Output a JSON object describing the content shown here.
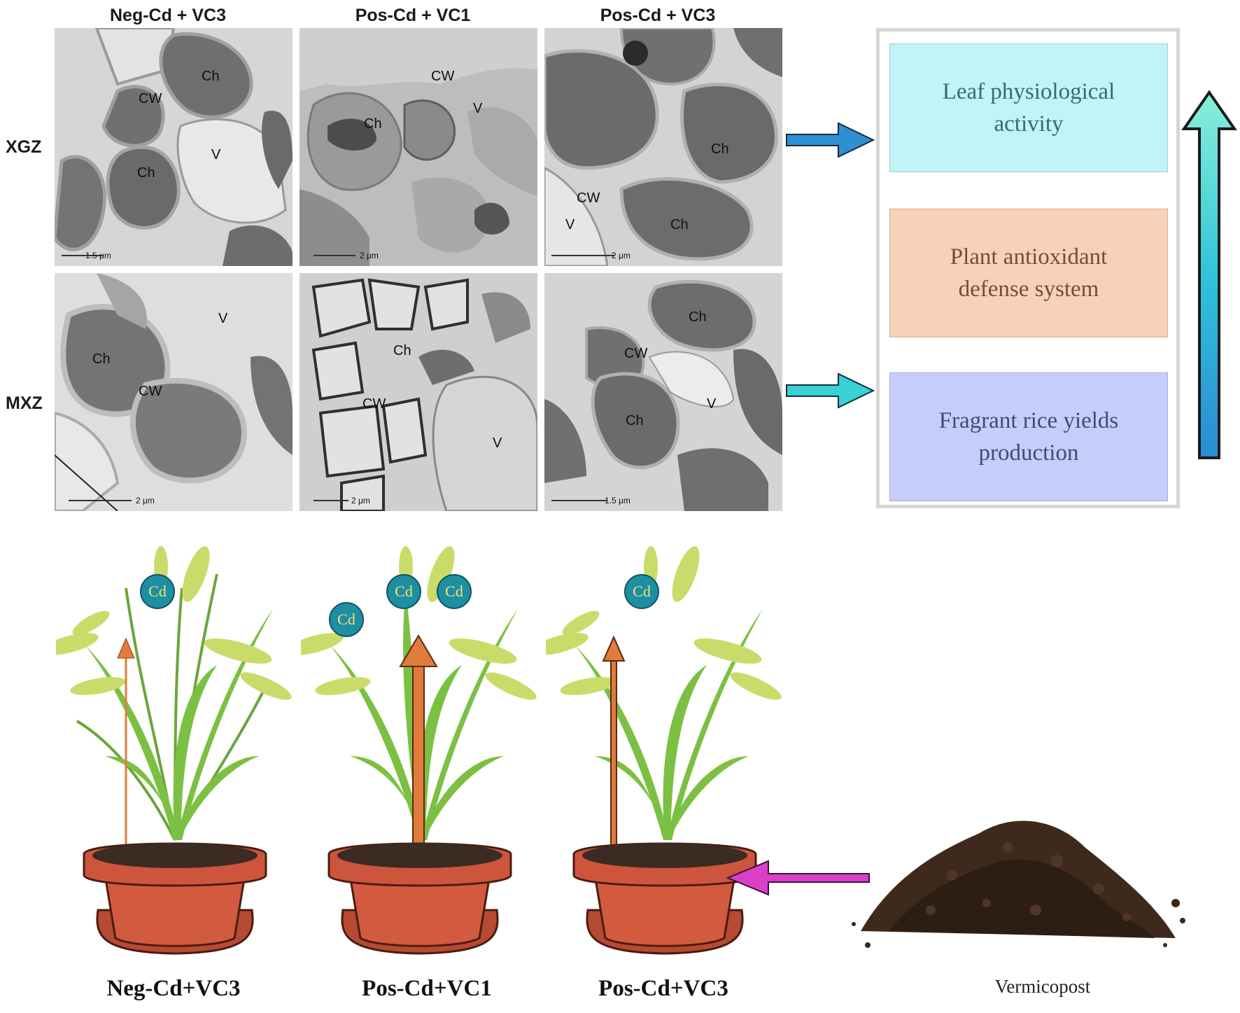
{
  "columns": [
    "Neg-Cd + VC3",
    "Pos-Cd + VC1",
    "Pos-Cd + VC3"
  ],
  "rows": [
    "XGZ",
    "MXZ"
  ],
  "micrographs": [
    {
      "labels": [
        "Ch",
        "CW",
        "Ch",
        "V"
      ],
      "scale": "1.5 μm"
    },
    {
      "labels": [
        "CW",
        "V",
        "Ch"
      ],
      "scale": "2 μm"
    },
    {
      "labels": [
        "Ch",
        "CW",
        "V",
        "Ch"
      ],
      "scale": "2 μm"
    },
    {
      "labels": [
        "V",
        "Ch",
        "CW"
      ],
      "scale": "2 μm"
    },
    {
      "labels": [
        "Ch",
        "CW",
        "V"
      ],
      "scale": "2 μm"
    },
    {
      "labels": [
        "Ch",
        "CW",
        "Ch",
        "V"
      ],
      "scale": "1.5 μm"
    }
  ],
  "effects": [
    {
      "text": "Leaf physiological activity",
      "fill": "#c2f3f6",
      "color": "#2f6f6a"
    },
    {
      "text": "Plant antioxidant defense system",
      "fill": "#f8d2b8",
      "color": "#7a4a36"
    },
    {
      "text": "Fragrant rice yields production",
      "fill": "#c5cdfb",
      "color": "#3f4a7a"
    }
  ],
  "cd_label": "Cd",
  "plants": [
    "Neg-Cd+VC3",
    "Pos-Cd+VC1",
    "Pos-Cd+VC3"
  ],
  "vermicompost_label": "Vermicopost",
  "colors": {
    "arrow_blue": "#2e8fd4",
    "arrow_cyan": "#38d1d6",
    "arrow_magenta": "#d93fc8",
    "arrow_orange": "#e07b3c",
    "pot": "#c9543a",
    "leaf": "#7cc043",
    "panicle": "#c9dc6a"
  }
}
